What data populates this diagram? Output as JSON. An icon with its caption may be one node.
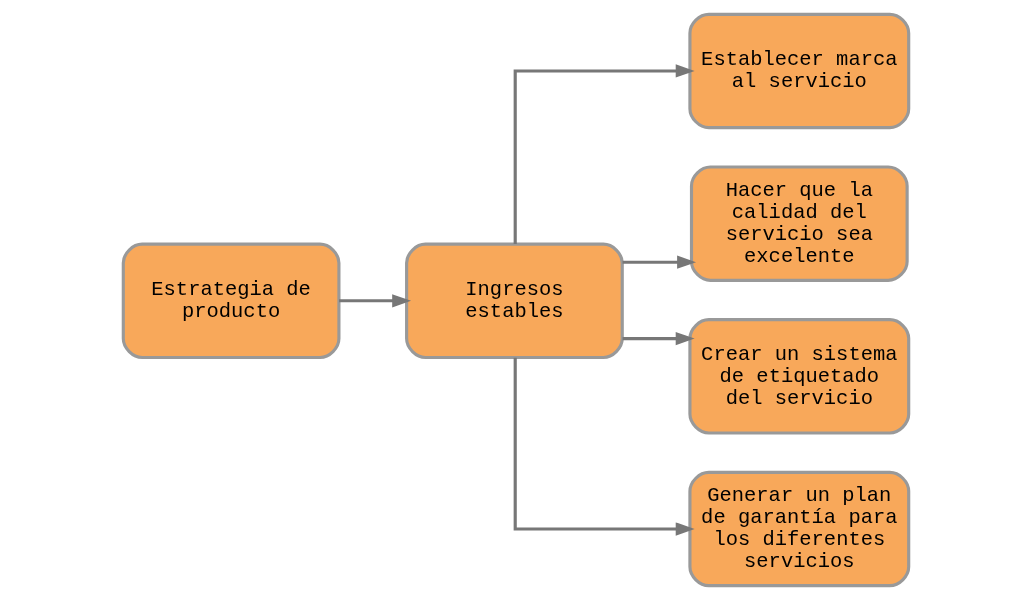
{
  "diagram": {
    "nodes": [
      {
        "text": [
          "Estrategia de producto"
        ]
      },
      {
        "text": [
          "Ingresos estables"
        ]
      },
      {
        "text": [
          "Establecer marca al servicio"
        ]
      },
      {
        "text": [
          "Hacer que la calidad del servicio sea excelente"
        ]
      },
      {
        "text": [
          "Crear un sistema de etiquetado del servicio"
        ]
      },
      {
        "text": [
          "Generar un plan de garantía para los diferentes servicios"
        ]
      }
    ],
    "edges": [
      {
        "from": 0,
        "to": 1,
        "arrow": "to"
      },
      {
        "from": 1,
        "to": 2,
        "arrow": "to"
      },
      {
        "from": 1,
        "to": 3,
        "arrow": "to"
      },
      {
        "from": 1,
        "to": 4,
        "arrow": "to"
      },
      {
        "from": 1,
        "to": 5,
        "arrow": "to"
      }
    ]
  }
}
